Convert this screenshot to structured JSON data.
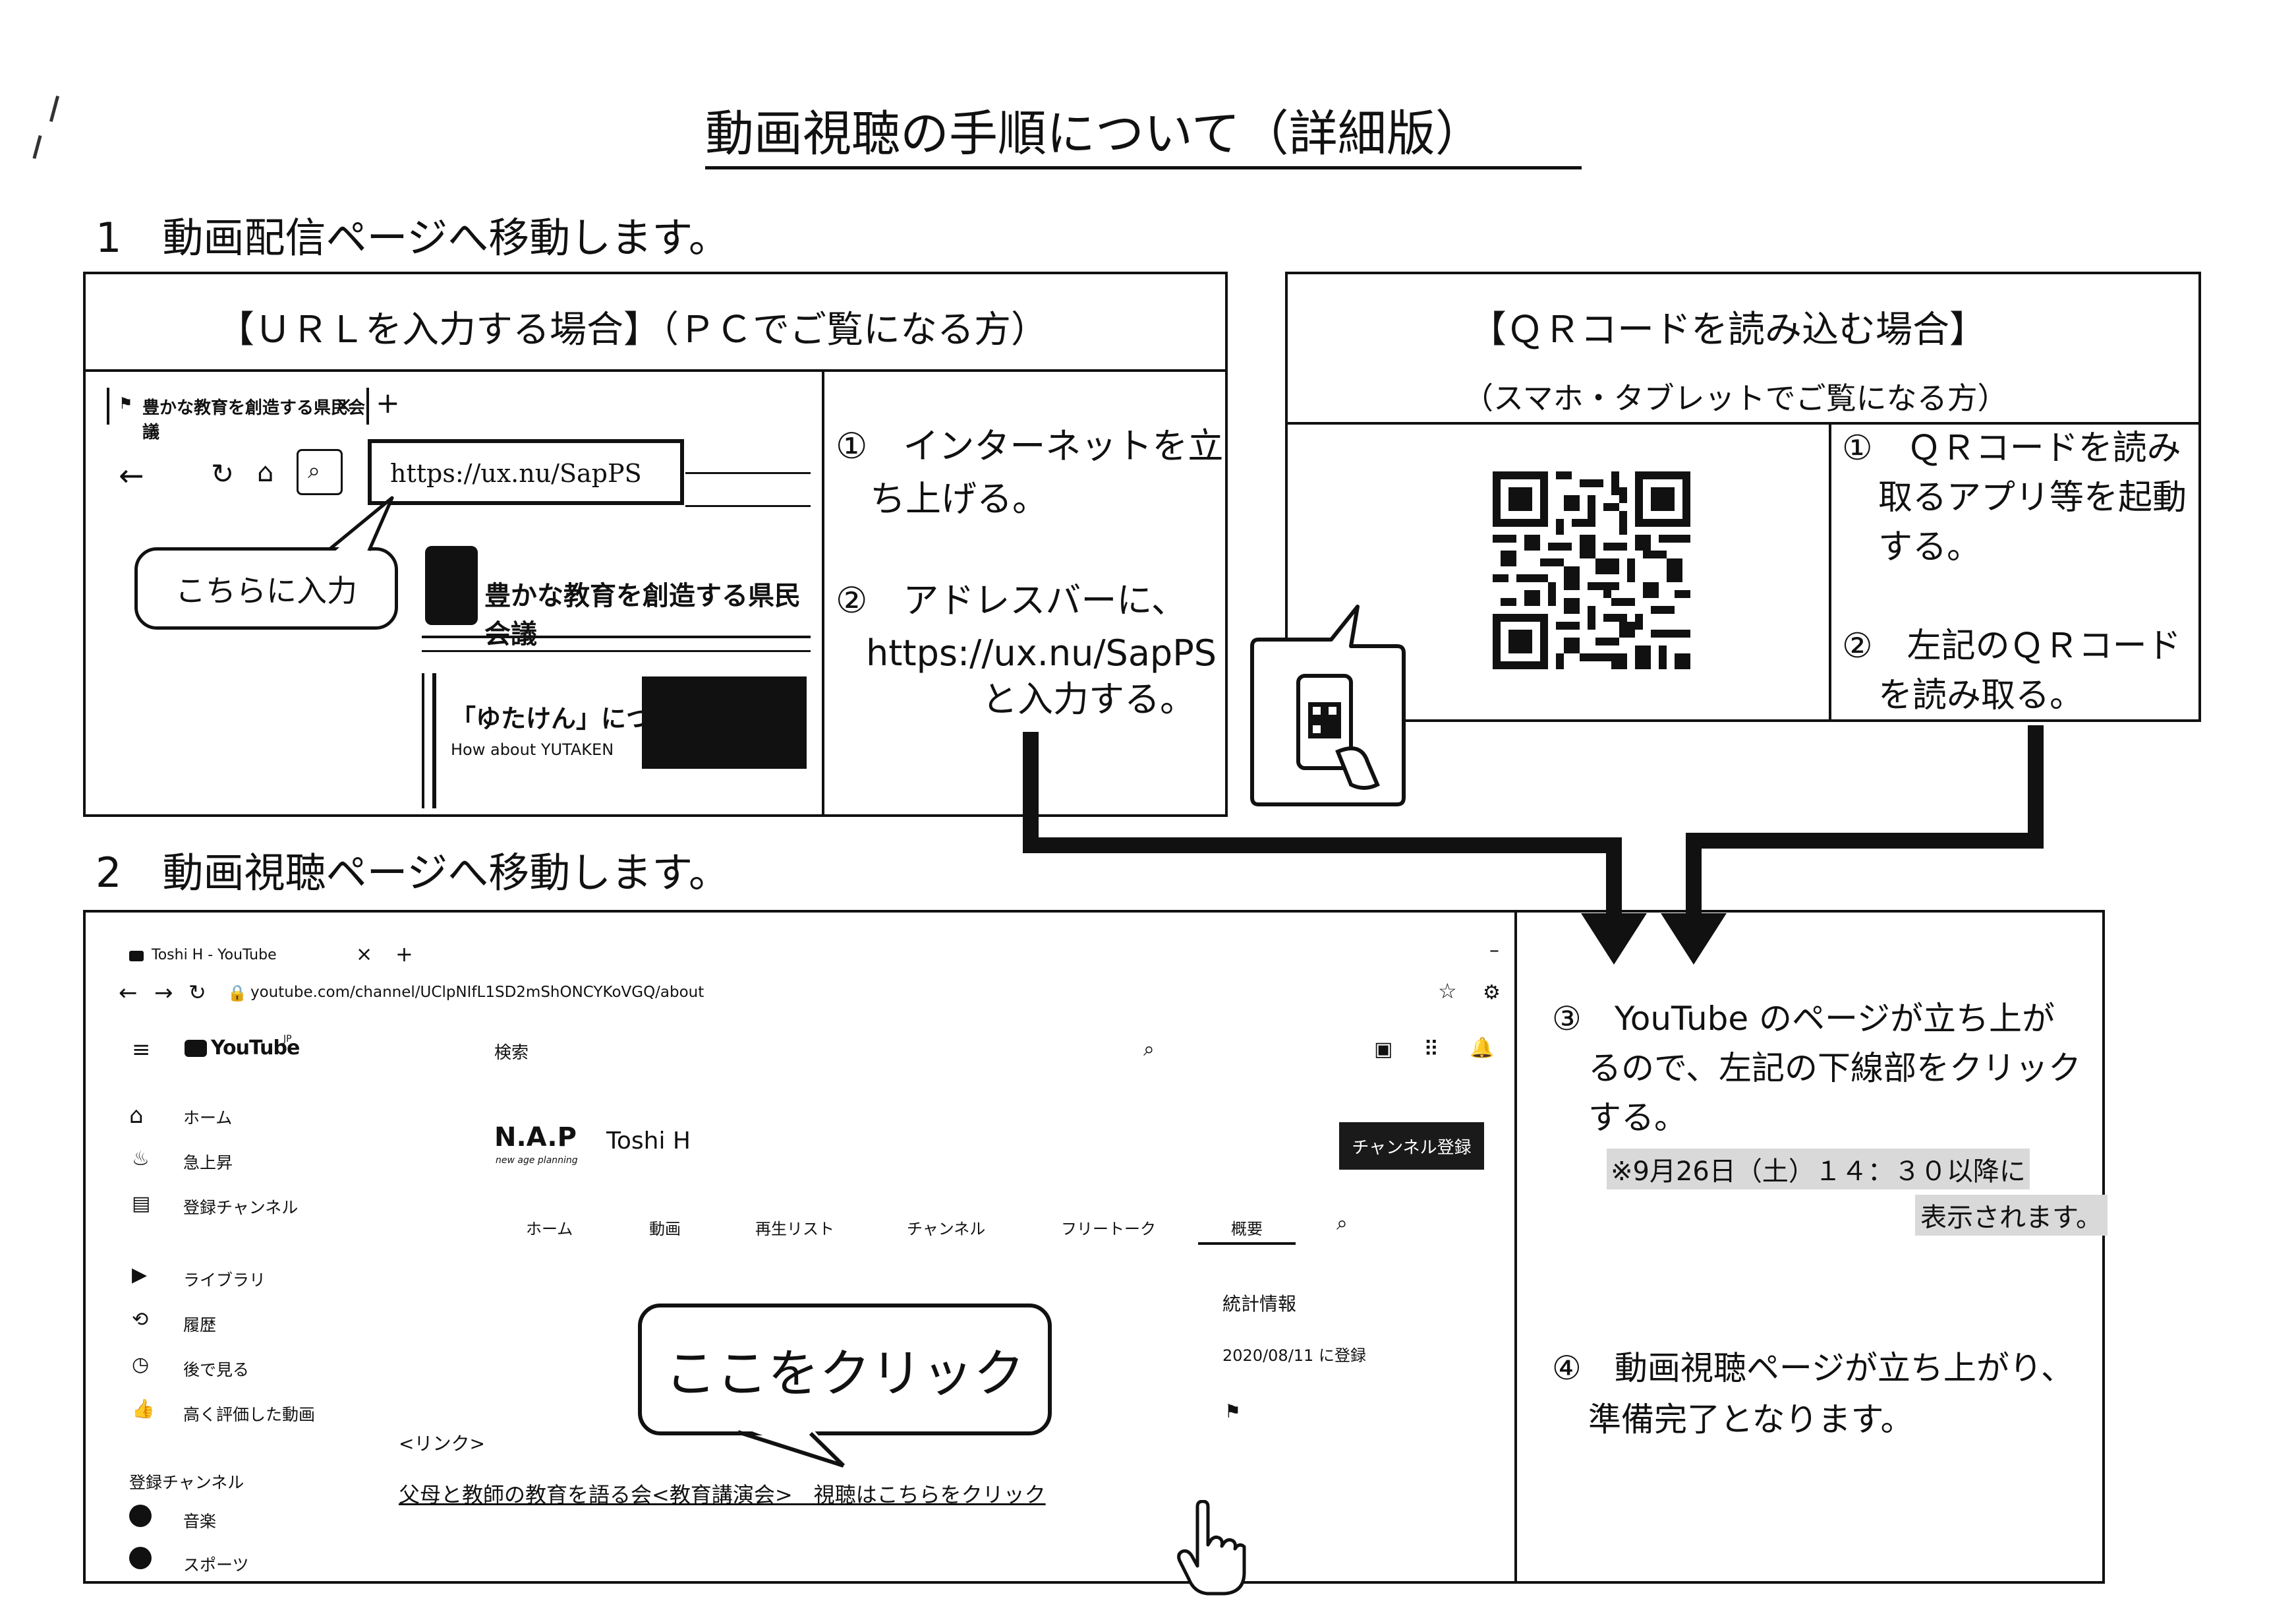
{
  "title": "動画視聴の手順について（詳細版）",
  "section1": {
    "heading": "1　動画配信ページへ移動します。",
    "url_box": {
      "header": "【ＵＲＬを入力する場合】（ＰＣでご覧になる方）",
      "tab_title": "豊かな教育を創造する県民会議",
      "tab_close": "×",
      "tab_new": "+",
      "address": "https://ux.nu/SapPS",
      "callout": "こちらに入力",
      "site_name": "豊かな教育を創造する県民会議",
      "card_title": "「ゆたけん」について",
      "card_sub": "How about YUTAKEN",
      "step1": [
        "①　インターネットを立",
        "ち上げる。"
      ],
      "step2": [
        "②　アドレスバーに、",
        "https://ux.nu/SapPS",
        "と入力する。"
      ]
    },
    "qr_box": {
      "header": "【ＱＲコードを読み込む場合】",
      "sub": "（スマホ・タブレットでご覧になる方）",
      "step1": [
        "①　ＱＲコードを読み",
        "取るアプリ等を起動",
        "する。"
      ],
      "step2": [
        "②　左記のＱＲコード",
        "を読み取る。"
      ]
    }
  },
  "section2": {
    "heading": "2　動画視聴ページへ移動します。",
    "youtube": {
      "tab_title": "Toshi H - YouTube",
      "tab_close": "×",
      "tab_new": "+",
      "address": "youtube.com/channel/UClpNIfL1SD2mShONCYKoVGQ/about",
      "logo": "YouTube",
      "logo_region": "JP",
      "search_placeholder": "検索",
      "sidebar": [
        "ホーム",
        "急上昇",
        "登録チャンネル",
        "ライブラリ",
        "履歴",
        "後で見る",
        "高く評価した動画"
      ],
      "sidebar_section": "登録チャンネル",
      "sidebar_channels": [
        "音楽",
        "スポーツ"
      ],
      "channel_logo": "N.A.P",
      "channel_logo_sub": "new age planning",
      "channel_name": "Toshi H",
      "subscribe": "チャンネル登録",
      "tabs": [
        "ホーム",
        "動画",
        "再生リスト",
        "チャンネル",
        "フリートーク",
        "概要"
      ],
      "stats_title": "統計情報",
      "stats_date": "2020/08/11 に登録",
      "link_label": "<リンク>",
      "link_text": "父母と教師の教育を語る会<教育講演会>　視聴はこちらをクリック",
      "callout": "ここをクリック"
    },
    "step3": [
      "③　YouTube のページが立ち上が",
      "るので、左記の下線部をクリック",
      "する。"
    ],
    "note1": "※9月26日（土）１４：３０以降に",
    "note2": "表示されます。",
    "step4": [
      "④　動画視聴ページが立ち上がり、",
      "準備完了となります。"
    ]
  }
}
